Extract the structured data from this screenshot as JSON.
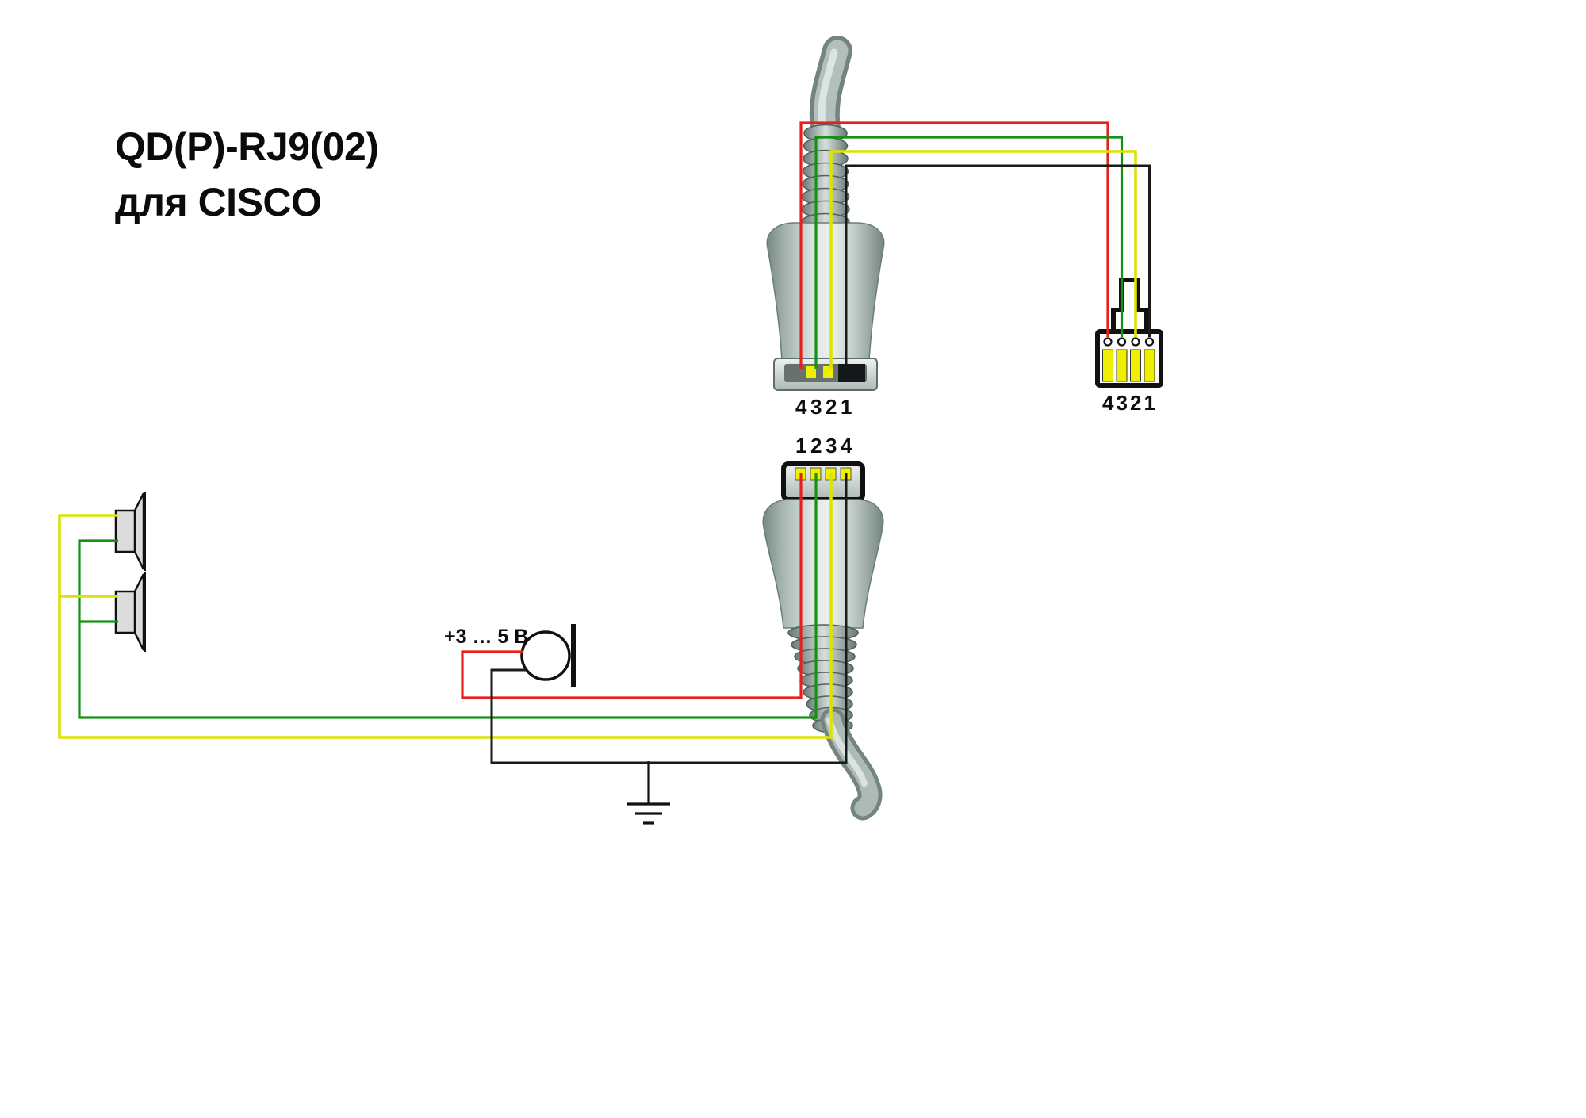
{
  "title": {
    "line1": "QD(P)-RJ9(02)",
    "line2": "для CISCO"
  },
  "mic": {
    "voltage_label": "+3 … 5 В"
  },
  "pin_labels": {
    "qd_top": [
      "4",
      "3",
      "2",
      "1"
    ],
    "qd_bottom": [
      "1",
      "2",
      "3",
      "4"
    ],
    "rj9": [
      "4",
      "3",
      "2",
      "1"
    ]
  },
  "colors": {
    "wire_red": "#e8201c",
    "wire_green": "#169116",
    "wire_yellow": "#dce300",
    "wire_black": "#1a1a1a",
    "contact_yellow": "#eef000",
    "connector_gray": "#c2cdc9",
    "outline_black": "#111111"
  },
  "components": {
    "qd_top": "QD-plug-cable-side-face-down",
    "qd_bottom": "QD-plug-headset-side-face-up",
    "rj9": "RJ9-4P4C-plug",
    "speakers": "headset-speakers",
    "microphone": "electret-microphone",
    "ground": "ground-symbol"
  },
  "wiring": [
    {
      "color": "red",
      "qd_bottom_pin": "1",
      "qd_top_pin": "4",
      "rj9_pin": "4",
      "function": "microphone +3…5 В"
    },
    {
      "color": "green",
      "qd_bottom_pin": "2",
      "qd_top_pin": "3",
      "rj9_pin": "3",
      "function": "speakers"
    },
    {
      "color": "yellow",
      "qd_bottom_pin": "3",
      "qd_top_pin": "2",
      "rj9_pin": "2",
      "function": "speakers"
    },
    {
      "color": "black",
      "qd_bottom_pin": "4",
      "qd_top_pin": "1",
      "rj9_pin": "1",
      "function": "microphone ground"
    }
  ]
}
